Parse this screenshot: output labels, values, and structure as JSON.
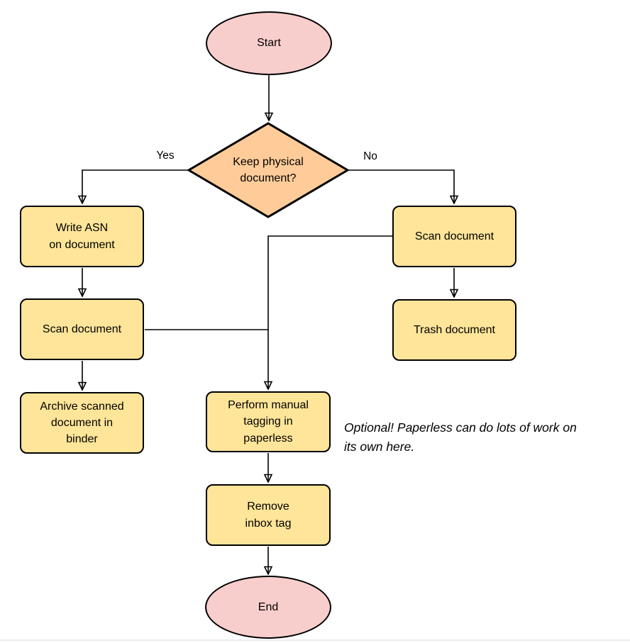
{
  "nodes": {
    "start": {
      "label": "Start",
      "type": "terminal"
    },
    "decision": {
      "label": "Keep physical\ndocument?",
      "type": "decision"
    },
    "write_asn": {
      "label": "Write ASN\non document",
      "type": "process"
    },
    "scan_left": {
      "label": "Scan document",
      "type": "process"
    },
    "archive": {
      "label": "Archive scanned\ndocument in\nbinder",
      "type": "process"
    },
    "scan_right": {
      "label": "Scan document",
      "type": "process"
    },
    "trash": {
      "label": "Trash document",
      "type": "process"
    },
    "tagging": {
      "label": "Perform manual\ntagging in\npaperless",
      "type": "process"
    },
    "remove_inbox": {
      "label": "Remove\ninbox tag",
      "type": "process"
    },
    "end": {
      "label": "End",
      "type": "terminal"
    }
  },
  "edge_labels": {
    "yes": "Yes",
    "no": "No"
  },
  "note": {
    "text": "Optional! Paperless can do lots of work on\nits own here."
  },
  "colors": {
    "terminal_fill": "#f8cecc",
    "decision_fill": "#ffcc99",
    "process_fill": "#ffe599",
    "stroke": "#000000"
  }
}
